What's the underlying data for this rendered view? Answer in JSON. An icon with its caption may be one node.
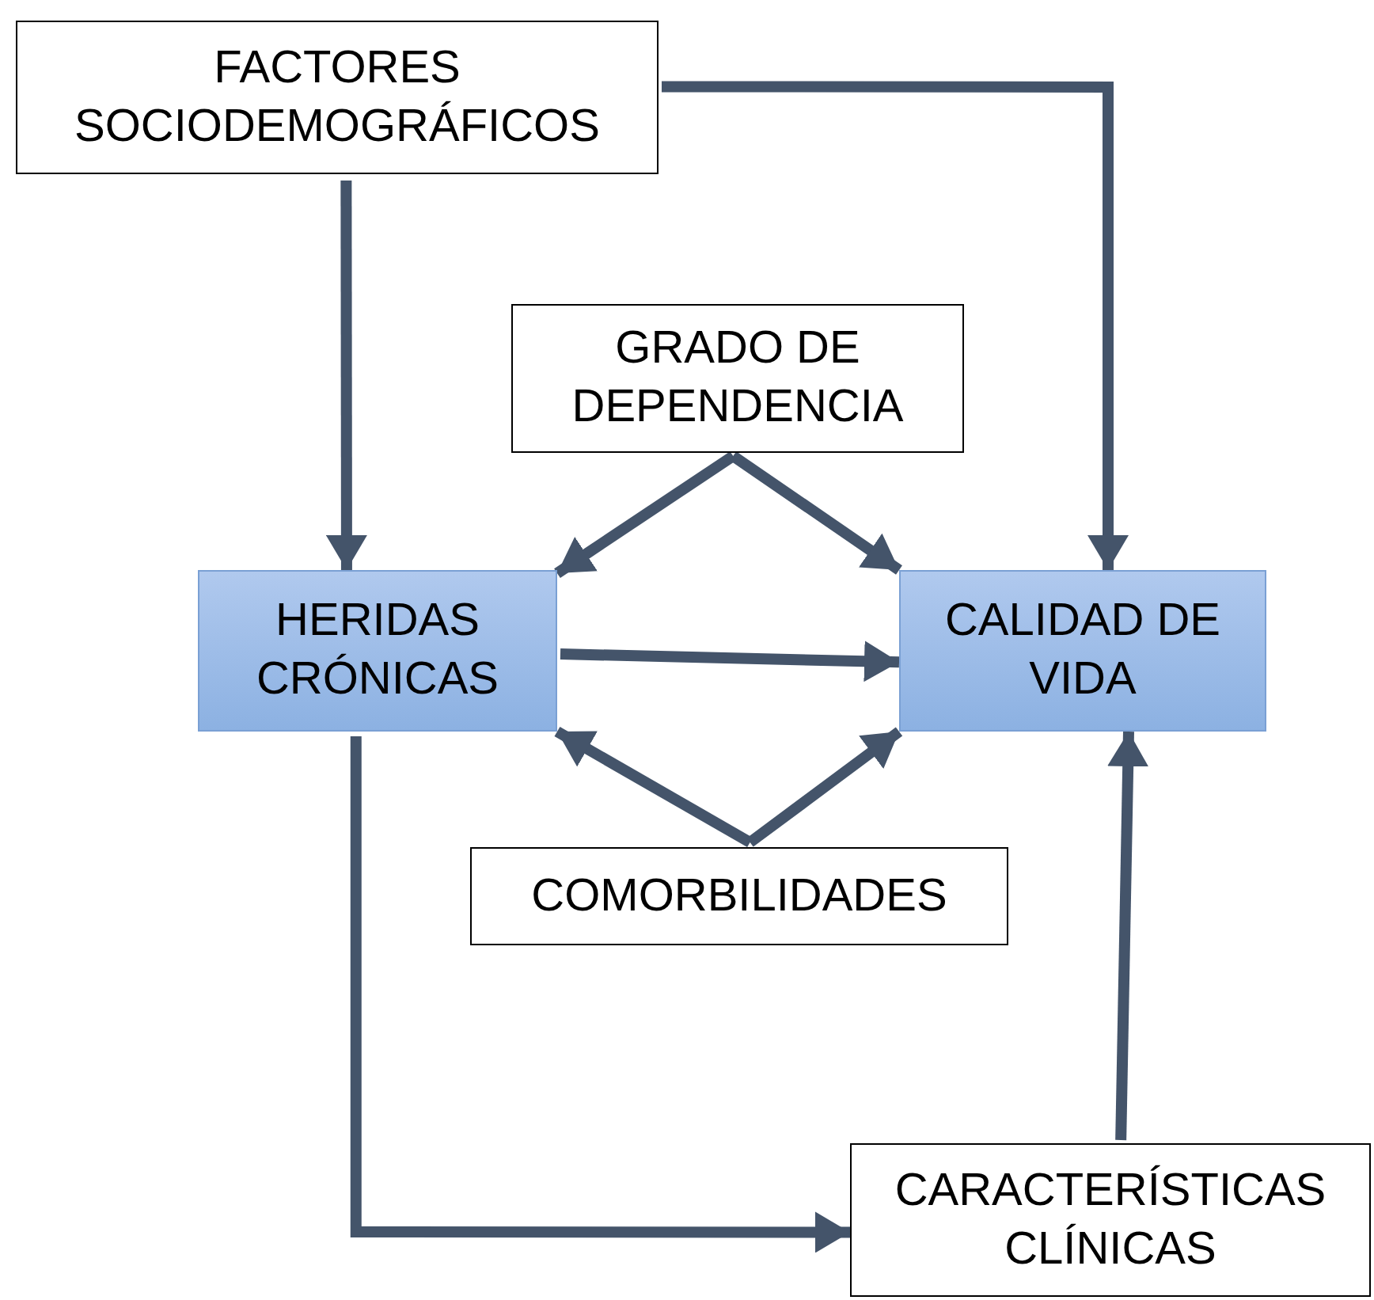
{
  "diagram": {
    "nodes": [
      {
        "text": [
          "FACTORES SOCIODEMOGRÁFICOS"
        ]
      },
      {
        "text": [
          "GRADO DE DEPENDENCIA"
        ]
      },
      {
        "text": [
          "HERIDAS CRÓNICAS"
        ]
      },
      {
        "text": [
          "CALIDAD DE VIDA"
        ]
      },
      {
        "text": [
          "COMORBILIDADES"
        ]
      },
      {
        "text": [
          "CARACTERÍSTICAS CLÍNICAS"
        ]
      }
    ],
    "edges": [
      {
        "from": 0,
        "to": 2,
        "arrow": "to"
      },
      {
        "from": 0,
        "to": 3,
        "arrow": "to"
      },
      {
        "from": 1,
        "to": 2,
        "arrow": "to"
      },
      {
        "from": 1,
        "to": 3,
        "arrow": "to"
      },
      {
        "from": 2,
        "to": 3,
        "arrow": "to"
      },
      {
        "from": 4,
        "to": 2,
        "arrow": "to"
      },
      {
        "from": 4,
        "to": 3,
        "arrow": "to"
      },
      {
        "from": 2,
        "to": 5,
        "arrow": "to"
      },
      {
        "from": 5,
        "to": 3,
        "arrow": "to"
      }
    ]
  }
}
